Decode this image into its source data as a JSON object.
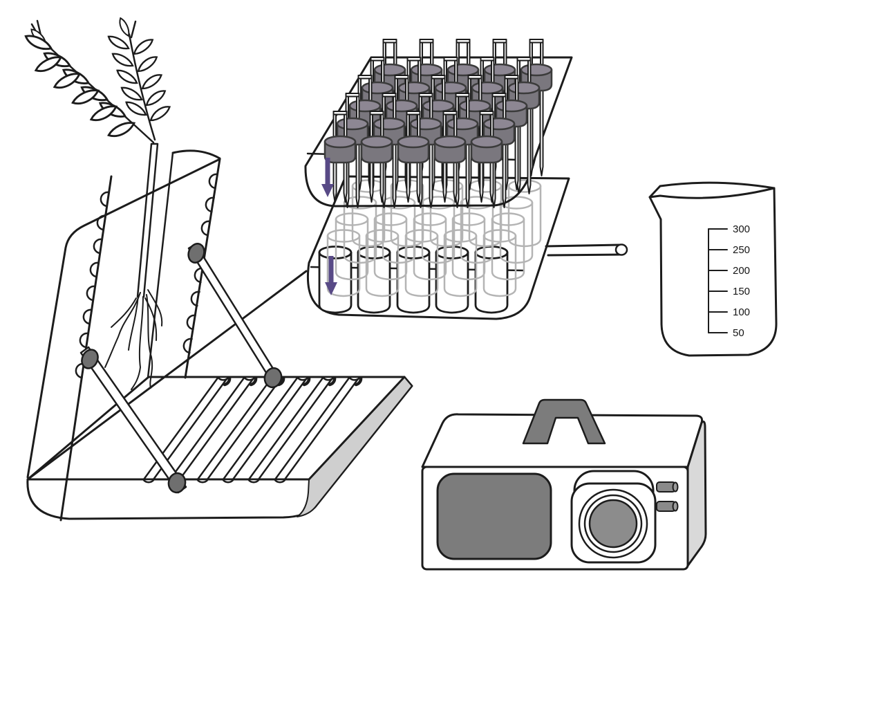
{
  "figure": {
    "kind": "scientific-apparatus-line-diagram",
    "background": "#ffffff",
    "ink_color": "#1c1c1c",
    "accent_purple": "#584a86",
    "grays": {
      "cap_top": "#8d8793",
      "cap_body": "#7a777e",
      "tube_wireframe": "#b4b4b4",
      "base_side": "#cfcfcf",
      "camera_panel": "#7c7c7c",
      "camera_side": "#d9d9d9",
      "lens_center": "#8c8c8c",
      "pivot": "#6f6f6f"
    },
    "components": [
      {
        "name": "wheat-plant"
      },
      {
        "name": "tilted-germination-board"
      },
      {
        "name": "grooved-base-tray"
      },
      {
        "name": "seed-cap-pin-tray"
      },
      {
        "name": "tube-rack-tray"
      },
      {
        "name": "graduated-beaker"
      },
      {
        "name": "imaging-camera"
      }
    ],
    "beaker": {
      "scale_labels": [
        "300",
        "250",
        "200",
        "150",
        "100",
        "50"
      ]
    }
  }
}
